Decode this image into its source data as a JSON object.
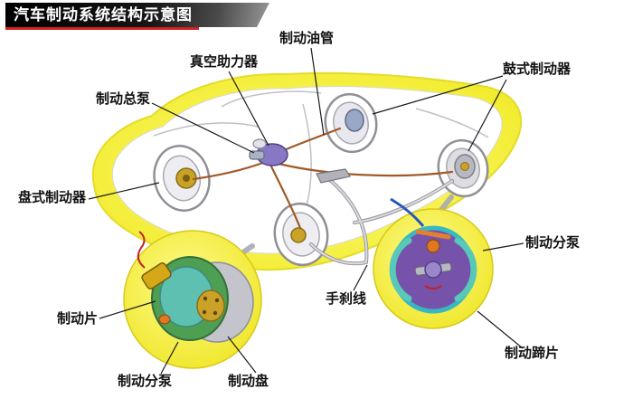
{
  "title": {
    "text": "汽车制动系统结构示意图"
  },
  "labels": {
    "brake_oil_pipe": "制动油管",
    "vacuum_booster": "真空助力器",
    "brake_master_cylinder": "制动总泵",
    "drum_brake": "鼓式制动器",
    "disc_brake": "盘式制动器",
    "brake_wheel_cylinder_right": "制动分泵",
    "handbrake_cable": "手刹线",
    "brake_pad": "制动片",
    "brake_wheel_cylinder_left": "制动分泵",
    "brake_disc": "制动盘",
    "brake_shoe": "制动蹄片"
  },
  "colors": {
    "body_highlight": "#f5f13d",
    "brake_pipe_brown": "#a05a28",
    "banner_background": "#111111",
    "banner_accent_red": "#d42020",
    "inset_disc_green": "#4e9e54",
    "inset_drum_purple": "#7652aa",
    "inset_ring_cyan": "#38b8c0",
    "caliper_gold": "#c9a227"
  }
}
